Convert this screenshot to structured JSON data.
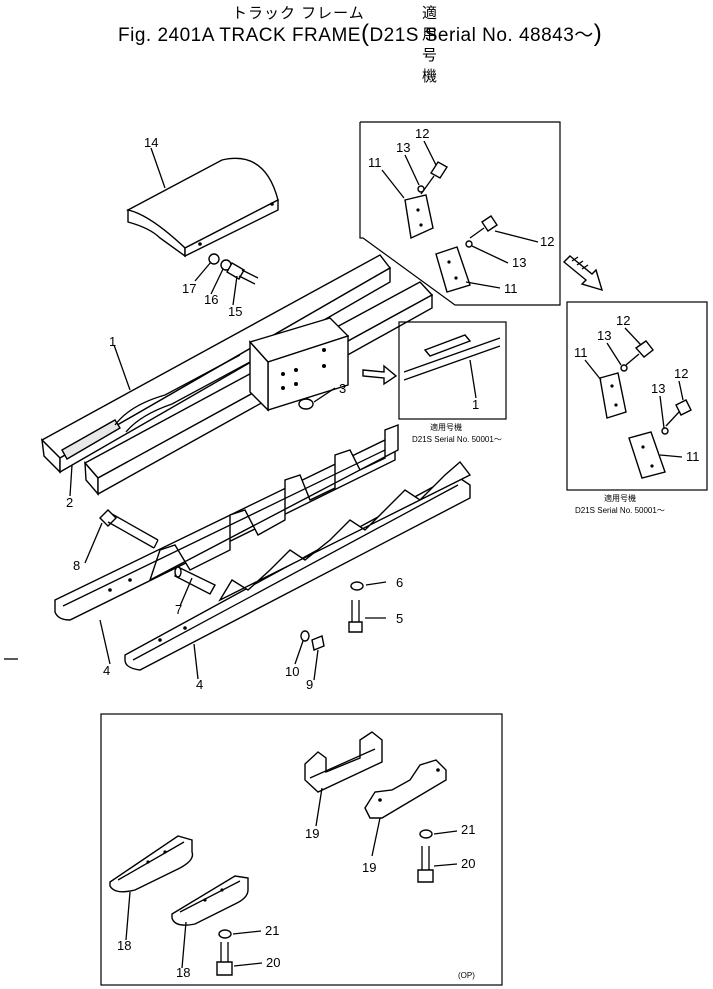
{
  "header": {
    "title_jp_left": "トラック フレーム",
    "title_jp_right": "適用号機",
    "title_en": "Fig. 2401A TRACK FRAME",
    "serial_prefix": "D21S Serial No. 48843～"
  },
  "callouts": {
    "c1": "1",
    "c2": "2",
    "c3": "3",
    "c4a": "4",
    "c4b": "4",
    "c5": "5",
    "c6": "6",
    "c7": "7",
    "c8": "8",
    "c9": "9",
    "c10": "10",
    "c11a": "11",
    "c11b": "11",
    "c11c": "11",
    "c11d": "11",
    "c12a": "12",
    "c12b": "12",
    "c12c": "12",
    "c12d": "12",
    "c13a": "13",
    "c13b": "13",
    "c13c": "13",
    "c13d": "13",
    "c14": "14",
    "c15": "15",
    "c16": "16",
    "c17": "17",
    "c18a": "18",
    "c18b": "18",
    "c19a": "19",
    "c19b": "19",
    "c20a": "20",
    "c20b": "20",
    "c21a": "21",
    "c21b": "21",
    "c1inset": "1"
  },
  "insets": {
    "inset1_jp": "適用号機",
    "inset1_serial": "D21S  Serial  No. 50001～",
    "inset2_jp": "適用号機",
    "inset2_serial": "D21S  Serial  No. 50001～",
    "option_tag": "(OP)"
  }
}
